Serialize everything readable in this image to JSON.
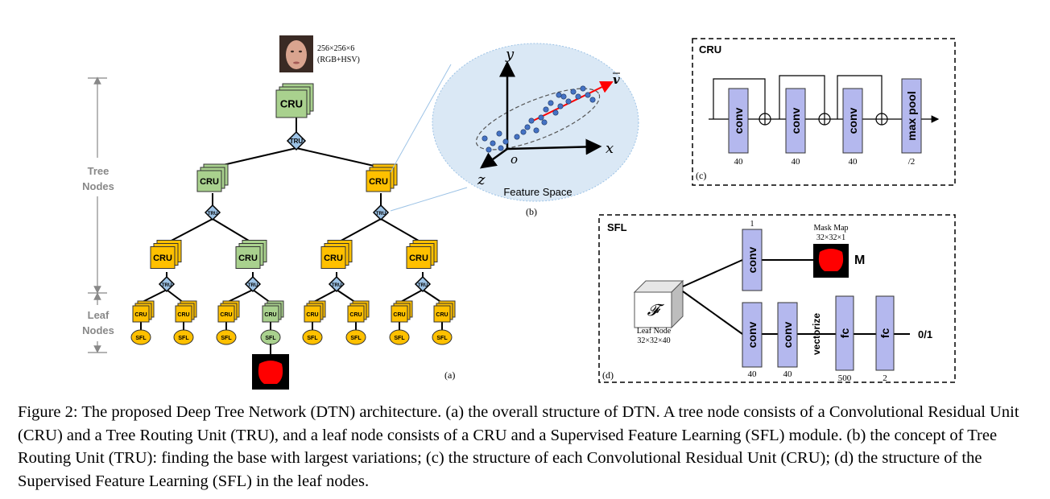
{
  "input": {
    "dims": "256×256×6",
    "mode": "(RGB+HSV)"
  },
  "cru_label": "CRU",
  "tru_label": "TRU",
  "sfl_label": "SFL",
  "side_labels": {
    "tree_line1": "Tree",
    "tree_line2": "Nodes",
    "leaf_line1": "Leaf",
    "leaf_line2": "Nodes"
  },
  "panel_a": {
    "label": "(a)"
  },
  "panel_b": {
    "label": "(b)",
    "title": "Feature Space",
    "axis_y": "y",
    "axis_x": "x",
    "axis_z": "z",
    "origin": "o",
    "vector": "v"
  },
  "panel_c": {
    "label": "(c)",
    "title": "CRU",
    "blocks": [
      {
        "name": "conv",
        "sub": "40"
      },
      {
        "name": "conv",
        "sub": "40"
      },
      {
        "name": "conv",
        "sub": "40"
      },
      {
        "name": "max pool",
        "sub": "/2"
      }
    ]
  },
  "panel_d": {
    "label": "(d)",
    "title": "SFL",
    "feature_symbol": "𝓕",
    "leaf_node_line1": "Leaf Node",
    "leaf_node_line2": "32×32×40",
    "mask_conv": {
      "name": "conv",
      "top": "1"
    },
    "mask_title_line1": "Mask Map",
    "mask_title_line2": "32×32×1",
    "mask_symbol": "M",
    "convs": [
      {
        "name": "conv",
        "sub": "40"
      },
      {
        "name": "conv",
        "sub": "40"
      }
    ],
    "vectorize": "vectorize",
    "fcs": [
      {
        "name": "fc",
        "sub": "500"
      },
      {
        "name": "fc",
        "sub": "2"
      }
    ],
    "output": "0/1"
  },
  "caption": {
    "label": "Figure 2:",
    "text": "The proposed Deep Tree Network (DTN) architecture. (a) the overall structure of DTN. A tree node consists of a Convolutional Residual Unit (CRU) and a Tree Routing Unit (TRU), and a leaf node consists of a CRU and a Supervised Feature Learning (SFL) module. (b) the concept of Tree Routing Unit (TRU): finding the base with largest variations; (c) the structure of each Convolutional Residual Unit (CRU); (d) the structure of the Supervised Feature Learning (SFL) in the leaf nodes."
  },
  "colors": {
    "green": "#a9d18e",
    "orange": "#ffc000",
    "tru": "#9dc3e6",
    "block": "#b4b8ee",
    "mask": "#ff0000",
    "ellipse": "#dae8f5",
    "arrow": "#ff0000"
  }
}
